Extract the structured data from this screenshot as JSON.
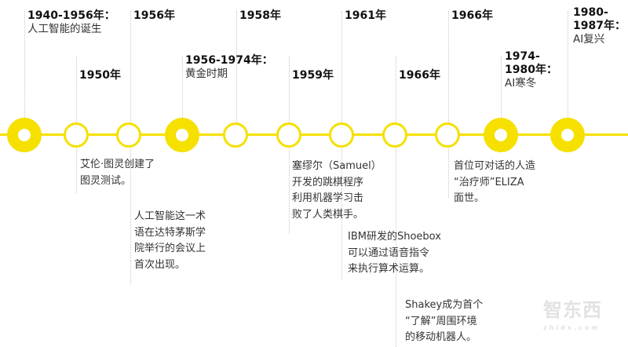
{
  "accent_color": "#f5e000",
  "top_labels": [
    {
      "year": "1940-1956年：",
      "title": "人工智能的诞生"
    },
    {
      "year": "1950年",
      "title": ""
    },
    {
      "year": "1956年",
      "title": ""
    },
    {
      "year": "1956-1974年：",
      "title": "黄金时期"
    },
    {
      "year": "1958年",
      "title": ""
    },
    {
      "year": "1959年",
      "title": ""
    },
    {
      "year": "1961年",
      "title": ""
    },
    {
      "year": "1966年",
      "title": ""
    },
    {
      "year": "1966年",
      "title": ""
    },
    {
      "year": "1974-\n1980年：",
      "title": "AI寒冬"
    },
    {
      "year": "1980-\n1987年：",
      "title": "AI复兴"
    }
  ],
  "nodes": [
    "filled",
    "open",
    "open",
    "filled",
    "open",
    "open",
    "open",
    "open",
    "open",
    "filled",
    "filled"
  ],
  "descriptions": [
    "艾伦·图灵创建了\n图灵测试。",
    "人工智能这一术\n语在达特茅斯学\n院举行的会议上\n首次出现。",
    "塞缪尔（Samuel）\n开发的跳棋程序\n利用机器学习击\n败了人类棋手。",
    "IBM研发的Shoebox\n可以通过语音指令\n来执行算术运算。",
    "Shakey成为首个\n“了解”周围环境\n的移动机器人。",
    "首位可对话的人造\n“治疗师”ELIZA\n面世。"
  ],
  "watermark": {
    "text": "智东西",
    "url": "zhidx.com"
  }
}
